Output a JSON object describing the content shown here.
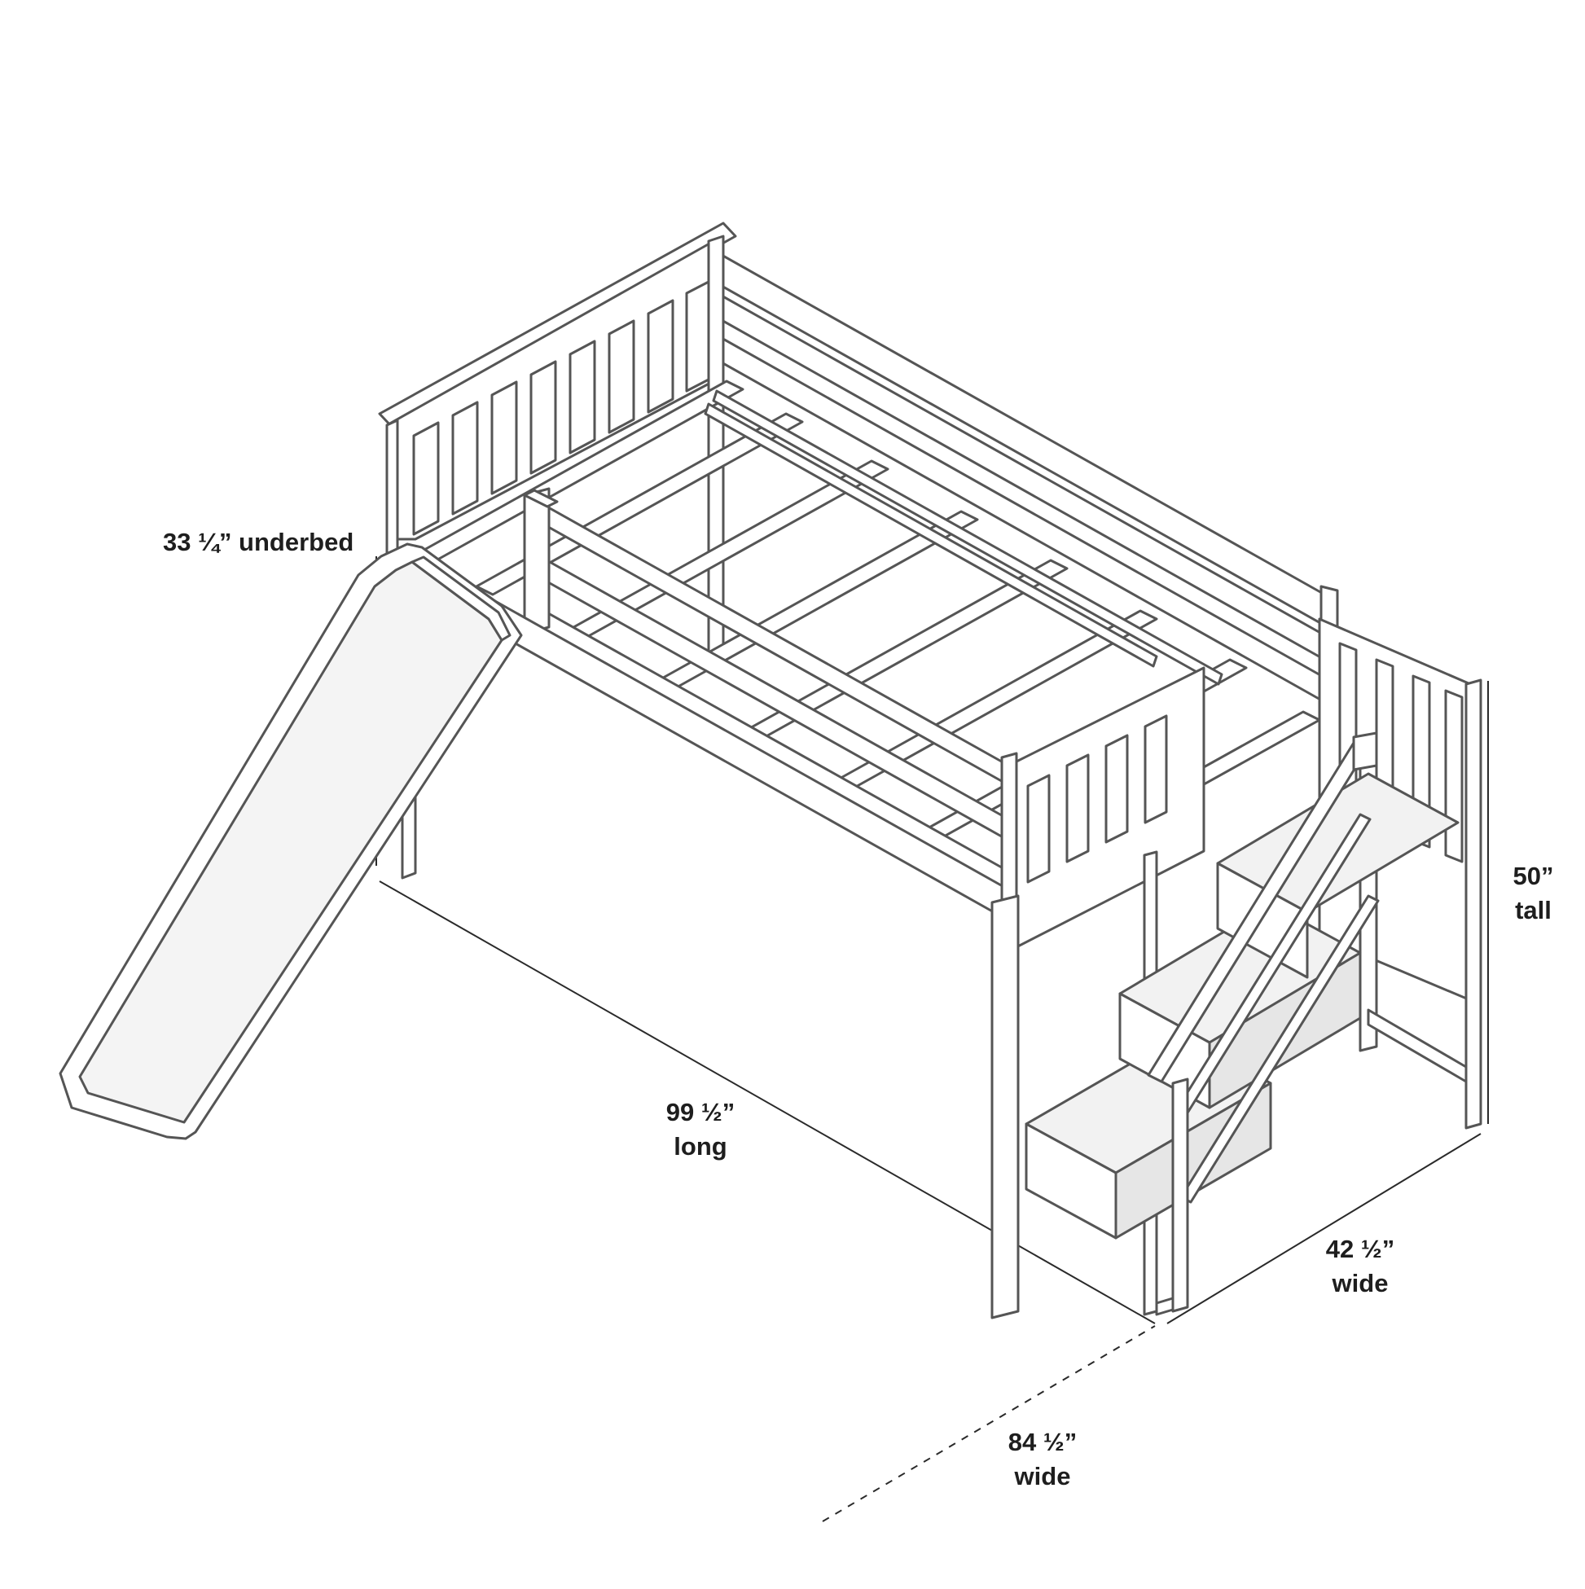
{
  "diagram": {
    "subject": "loft-bed-with-slide-and-staircase",
    "line_color": "#555555",
    "fill_color": "#ffffff",
    "shade_color": "#e6e6e6",
    "dimensions": {
      "underbed": {
        "text": "33 ¼” underbed"
      },
      "length": {
        "value": "99 ½”",
        "unit": "long"
      },
      "height": {
        "value": "50”",
        "unit": "tall"
      },
      "depth": {
        "value": "42 ½”",
        "unit": "wide"
      },
      "overall_width": {
        "value": "84 ½”",
        "unit": "wide"
      }
    }
  }
}
